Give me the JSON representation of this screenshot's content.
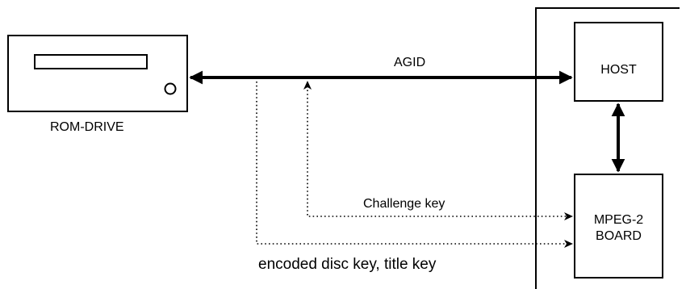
{
  "drive": {
    "label": "ROM-DRIVE"
  },
  "host": {
    "label": "HOST"
  },
  "board": {
    "line1": "MPEG-2",
    "line2": "BOARD"
  },
  "connections": {
    "agid": "AGID",
    "challenge": "Challenge key",
    "keys": "encoded disc key, title key"
  },
  "colors": {
    "stroke": "#000000",
    "background": "#ffffff"
  }
}
